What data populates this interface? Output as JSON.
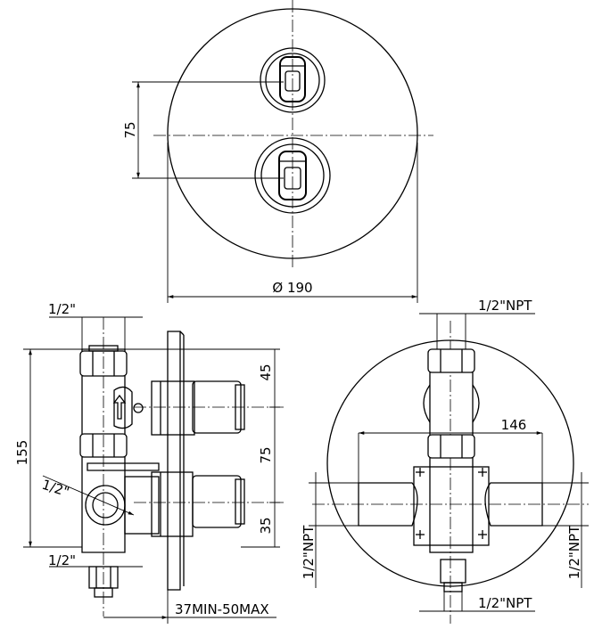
{
  "top_view": {
    "vertical_spacing_label": "75",
    "diameter_label": "Ø 190"
  },
  "side_view": {
    "top_thread_label": "1/2\"",
    "left_thread_label": "1/2\"",
    "bottom_thread_label": "1/2\"",
    "height_label": "155",
    "upper_offset_label": "45",
    "middle_offset_label": "75",
    "lower_offset_label": "35",
    "wall_depth_label": "37MIN-50MAX"
  },
  "back_view": {
    "top_thread_label": "1/2\"NPT",
    "bottom_thread_label": "1/2\"NPT",
    "left_thread_label": "1/2\"NPT",
    "right_thread_label": "1/2\"NPT",
    "width_label": "146"
  }
}
